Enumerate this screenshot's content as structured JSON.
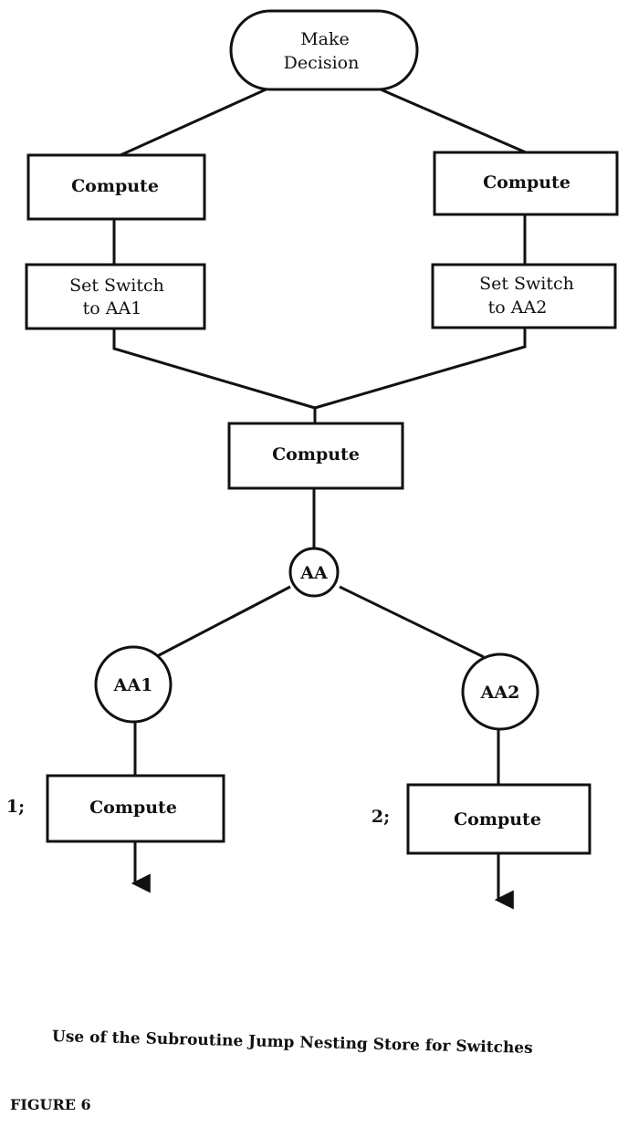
{
  "diagram": {
    "start": {
      "line1": "Make",
      "line2": "Decision"
    },
    "left_compute": "Compute",
    "right_compute": "Compute",
    "left_switch": {
      "line1": "Set Switch",
      "line2": "to AA1"
    },
    "right_switch": {
      "line1": "Set Switch",
      "line2": "to AA2"
    },
    "merge_compute": "Compute",
    "connector_aa": "AA",
    "connector_aa1": "AA1",
    "connector_aa2": "AA2",
    "bottom_left_compute": "Compute",
    "bottom_right_compute": "Compute",
    "label_1": "1;",
    "label_2": "2;"
  },
  "caption": "Use of the Subroutine Jump Nesting Store for Switches",
  "figure_label": "FIGURE 6"
}
